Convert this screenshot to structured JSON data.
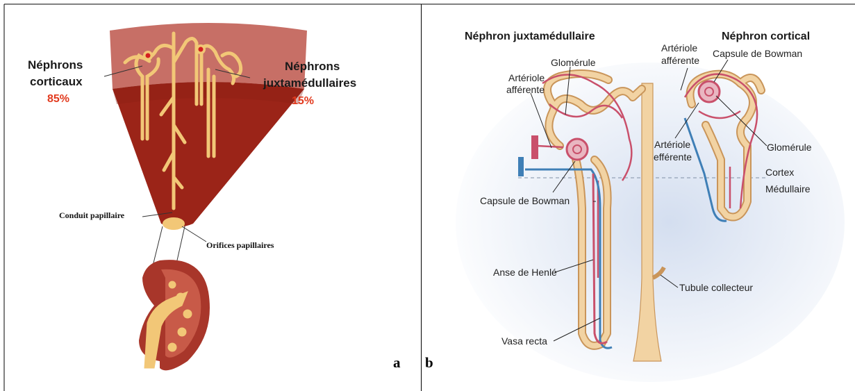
{
  "panel_a": {
    "letter": "a",
    "left_label_line1": "Néphrons",
    "left_label_line2": "corticaux",
    "left_percent": "85%",
    "right_label_line1": "Néphrons",
    "right_label_line2": "juxtamédullaires",
    "right_percent": "15%",
    "conduit_label": "Conduit papillaire",
    "orifices_label": "Orifices papillaires"
  },
  "panel_b": {
    "letter": "b",
    "title_left": "Néphron juxtamédullaire",
    "title_right": "Néphron cortical",
    "glomerule_left": "Glomérule",
    "arteriole_afferente_left_line1": "Artériole",
    "arteriole_afferente_left_line2": "afférente",
    "arteriole_afferente_top_line1": "Artériole",
    "arteriole_afferente_top_line2": "afférente",
    "capsule_bowman_top": "Capsule de Bowman",
    "glomerule_right": "Glomérule",
    "arteriole_efferente_line1": "Artériole",
    "arteriole_efferente_line2": "efférente",
    "cortex": "Cortex",
    "medullaire": "Médullaire",
    "capsule_bowman_left": "Capsule de Bowman",
    "anse_henle": "Anse de Henlé",
    "tubule_collecteur": "Tubule collecteur",
    "vasa_recta": "Vasa recta"
  }
}
